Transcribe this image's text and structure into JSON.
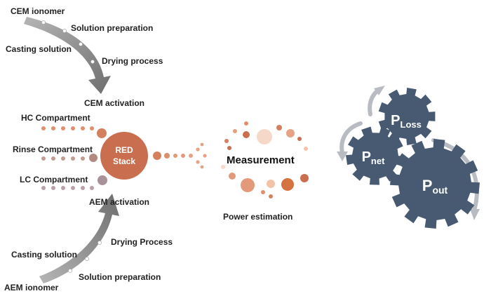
{
  "cem": {
    "ionomer": "CEM ionomer",
    "solution_preparation": "Solution preparation",
    "casting_solution": "Casting solution",
    "drying_process": "Drying process",
    "activation": "CEM activation"
  },
  "compartments": {
    "hc": "HC Compartment",
    "rinse": "Rinse Compartment",
    "lc": "LC Compartment"
  },
  "stack": {
    "line1": "RED",
    "line2": "Stack"
  },
  "aem": {
    "activation": "AEM activation",
    "drying_process": "Drying Process",
    "casting_solution": "Casting solution",
    "solution_preparation": "Solution preparation",
    "ionomer": "AEM ionomer"
  },
  "measurement": {
    "title": "Measurement",
    "power_estimation": "Power estimation"
  },
  "gears": {
    "loss": {
      "main": "P",
      "sub": "Loss"
    },
    "net": {
      "main": "P",
      "sub": "net"
    },
    "out": {
      "main": "P",
      "sub": "out"
    }
  },
  "colors": {
    "gear": "#475a72",
    "arrow_gray": "#7f7f7f",
    "cycle_arrow": "#b8bcc2",
    "stack": "#c96f4f",
    "hc_dots": "#d4805e",
    "rinse_dots": "#b48a80",
    "lc_dots": "#a89198"
  }
}
